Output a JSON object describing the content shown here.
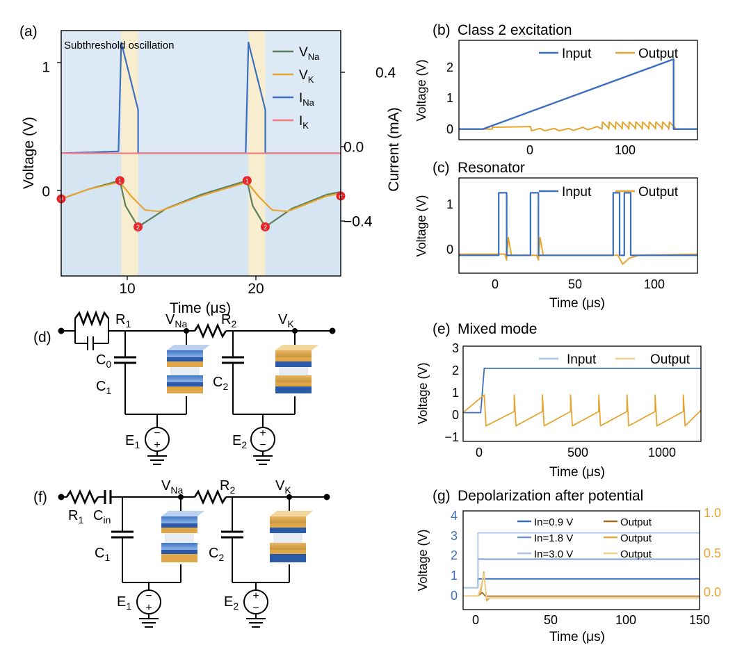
{
  "panels": {
    "a": {
      "label": "(a)",
      "annotation": "Subthreshold oscillation",
      "xlabel": "Time (μs)",
      "ylabel": "Voltage (V)",
      "y2label": "Current (mA)",
      "xticks": [
        "10",
        "20"
      ],
      "yticks": [
        "0",
        "1"
      ],
      "y2ticks": [
        "0.4",
        "0.0",
        "−0.4"
      ],
      "legend": [
        {
          "main": "V",
          "sub": "Na",
          "color": "#5b7f5c"
        },
        {
          "main": "V",
          "sub": "K",
          "color": "#e6a531"
        },
        {
          "main": "I",
          "sub": "Na",
          "color": "#3a6fbf"
        },
        {
          "main": "I",
          "sub": "K",
          "color": "#f08080"
        }
      ],
      "markers": [
        "#",
        "1",
        "2",
        "1",
        "2",
        "#"
      ]
    },
    "b": {
      "label": "(b)",
      "title": "Class 2 excitation",
      "ylabel": "Voltage (V)",
      "xticks": [
        "0",
        "100"
      ],
      "yticks": [
        "0",
        "1",
        "2"
      ],
      "legend": [
        "Input",
        "Output"
      ]
    },
    "c": {
      "label": "(c)",
      "title": "Resonator",
      "ylabel": "Voltage (V)",
      "xlabel": "Time (μs)",
      "xticks": [
        "0",
        "50",
        "100"
      ],
      "yticks": [
        "0",
        "1"
      ],
      "legend": [
        "Input",
        "Output"
      ]
    },
    "e": {
      "label": "(e)",
      "title": "Mixed mode",
      "ylabel": "Voltage (V)",
      "xlabel": "Time (μs)",
      "xticks": [
        "0",
        "500",
        "1000"
      ],
      "yticks": [
        "3",
        "2",
        "1",
        "0",
        "−1"
      ],
      "legend": [
        "Input",
        "Output"
      ]
    },
    "g": {
      "label": "(g)",
      "title": "Depolarization after potential",
      "ylabel": "Voltage (V)",
      "xlabel": "Time (μs)",
      "xticks": [
        "0",
        "50",
        "100",
        "150"
      ],
      "yticks": [
        "0",
        "1",
        "2",
        "3",
        "4"
      ],
      "y2ticks": [
        "0.0",
        "0.5",
        "1.0"
      ],
      "legend": [
        {
          "input": "In=0.9 V",
          "output": "Output"
        },
        {
          "input": "In=1.8 V",
          "output": "Output"
        },
        {
          "input": "In=3.0 V",
          "output": "Output"
        }
      ]
    },
    "d": {
      "label": "(d)",
      "components": {
        "R1": "R",
        "R1sub": "1",
        "R2": "R",
        "R2sub": "2",
        "C0": "C",
        "C0sub": "0",
        "C1": "C",
        "C1sub": "1",
        "C2": "C",
        "C2sub": "2",
        "VNa": "V",
        "VNasub": "Na",
        "VK": "V",
        "VKsub": "K",
        "E1": "E",
        "E1sub": "1",
        "E2": "E",
        "E2sub": "2"
      }
    },
    "f": {
      "label": "(f)",
      "components": {
        "R1": "R",
        "R1sub": "1",
        "Cin": "C",
        "Cinsub": "in",
        "R2": "R",
        "R2sub": "2",
        "C1": "C",
        "C1sub": "1",
        "C2": "C",
        "C2sub": "2",
        "VNa": "V",
        "VNasub": "Na",
        "VK": "V",
        "VKsub": "K",
        "E1": "E",
        "E1sub": "1",
        "E2": "E",
        "E2sub": "2"
      }
    }
  },
  "chart_data": [
    {
      "id": "a",
      "type": "line",
      "xlim": [
        5,
        25
      ],
      "ylim": [
        -0.55,
        1.2
      ],
      "y2lim": [
        -0.62,
        0.62
      ],
      "shaded_x": [
        [
          9.3,
          10.5
        ],
        [
          18.4,
          19.6
        ]
      ],
      "series": [
        {
          "name": "VNa",
          "axis": "left",
          "points": [
            [
              5,
              0
            ],
            [
              7,
              0.07
            ],
            [
              9.2,
              0.13
            ],
            [
              9.6,
              -0.05
            ],
            [
              10.5,
              -0.2
            ],
            [
              12.5,
              -0.07
            ],
            [
              15,
              0.03
            ],
            [
              18.3,
              0.13
            ],
            [
              18.7,
              -0.05
            ],
            [
              19.6,
              -0.2
            ],
            [
              21.5,
              -0.07
            ],
            [
              24,
              0.03
            ],
            [
              25,
              0.05
            ]
          ]
        },
        {
          "name": "VK",
          "axis": "left",
          "points": [
            [
              5,
              0
            ],
            [
              7,
              0.07
            ],
            [
              9.2,
              0.12
            ],
            [
              10,
              0.02
            ],
            [
              11,
              -0.08
            ],
            [
              12,
              -0.09
            ],
            [
              15,
              0.02
            ],
            [
              18.3,
              0.12
            ],
            [
              19.1,
              0.02
            ],
            [
              20.1,
              -0.08
            ],
            [
              21.2,
              -0.09
            ],
            [
              24,
              0.02
            ],
            [
              25,
              0.04
            ]
          ]
        },
        {
          "name": "INa",
          "axis": "right",
          "points": [
            [
              5,
              0
            ],
            [
              9.1,
              0.01
            ],
            [
              9.3,
              0.56
            ],
            [
              10.5,
              0.22
            ],
            [
              10.5,
              0
            ],
            [
              18.2,
              0
            ],
            [
              18.4,
              0.56
            ],
            [
              19.6,
              0.22
            ],
            [
              19.6,
              0
            ],
            [
              25,
              0
            ]
          ]
        },
        {
          "name": "IK",
          "axis": "right",
          "points": [
            [
              5,
              0
            ],
            [
              25,
              0
            ]
          ]
        }
      ]
    },
    {
      "id": "b",
      "type": "line",
      "xlim": [
        -75,
        175
      ],
      "ylim": [
        -0.3,
        2.5
      ],
      "series": [
        {
          "name": "Input",
          "points": [
            [
              -75,
              0
            ],
            [
              -50,
              0
            ],
            [
              150,
              1.97
            ],
            [
              150,
              0
            ],
            [
              175,
              0
            ]
          ]
        },
        {
          "name": "Output",
          "points": [
            [
              -75,
              0
            ],
            [
              -40,
              0
            ],
            [
              -40,
              0.05
            ],
            [
              0,
              0.07
            ],
            [
              1,
              -0.05
            ],
            [
              10,
              0.02
            ],
            [
              15,
              -0.05
            ],
            [
              25,
              0.02
            ],
            [
              30,
              -0.05
            ],
            [
              40,
              0.02
            ],
            [
              45,
              -0.04
            ],
            [
              55,
              0.05
            ],
            [
              60,
              -0.02
            ],
            [
              70,
              0.07
            ],
            [
              75,
              0
            ],
            [
              150,
              0
            ],
            [
              175,
              0
            ]
          ],
          "spikes": {
            "from": 75,
            "to": 150,
            "period": 7,
            "height": 0.2
          }
        }
      ]
    },
    {
      "id": "c",
      "type": "line",
      "xlim": [
        -25,
        125
      ],
      "ylim": [
        -0.3,
        1.3
      ],
      "series": [
        {
          "name": "Input",
          "points": [
            [
              -25,
              0
            ],
            [
              0,
              0
            ],
            [
              0,
              1.05
            ],
            [
              5,
              1.05
            ],
            [
              5,
              0
            ],
            [
              20,
              0
            ],
            [
              20,
              1.05
            ],
            [
              25,
              1.05
            ],
            [
              25,
              0
            ],
            [
              72,
              0
            ],
            [
              72,
              1.05
            ],
            [
              76,
              1.05
            ],
            [
              76,
              0
            ],
            [
              79,
              0
            ],
            [
              79,
              1.05
            ],
            [
              83,
              1.05
            ],
            [
              83,
              0
            ],
            [
              125,
              0
            ]
          ]
        },
        {
          "name": "Output",
          "points": [
            [
              -25,
              0.02
            ],
            [
              4,
              0.02
            ],
            [
              5,
              -0.08
            ],
            [
              6,
              0.3
            ],
            [
              8,
              0
            ],
            [
              24,
              0
            ],
            [
              25,
              -0.08
            ],
            [
              26,
              0.3
            ],
            [
              28,
              0
            ],
            [
              75,
              0
            ],
            [
              78,
              -0.15
            ],
            [
              82,
              -0.05
            ],
            [
              88,
              0
            ],
            [
              125,
              0.02
            ]
          ]
        }
      ]
    },
    {
      "id": "e",
      "type": "line",
      "xlim": [
        -100,
        1250
      ],
      "ylim": [
        -1.3,
        3.0
      ],
      "series": [
        {
          "name": "Input",
          "points": [
            [
              -100,
              0
            ],
            [
              0,
              0
            ],
            [
              20,
              2
            ],
            [
              1250,
              2
            ]
          ]
        },
        {
          "name": "Output",
          "points": [
            [
              -100,
              0
            ],
            [
              20,
              0.8
            ],
            [
              30,
              -0.6
            ],
            [
              190,
              0.05
            ],
            [
              190,
              0.8
            ],
            [
              200,
              -0.6
            ],
            [
              350,
              0.05
            ],
            [
              350,
              0.8
            ],
            [
              360,
              -0.6
            ],
            [
              510,
              0.05
            ],
            [
              510,
              0.8
            ],
            [
              520,
              -0.6
            ],
            [
              670,
              0.05
            ],
            [
              670,
              0.8
            ],
            [
              680,
              -0.6
            ],
            [
              830,
              0.05
            ],
            [
              830,
              0.8
            ],
            [
              840,
              -0.6
            ],
            [
              990,
              0.05
            ],
            [
              990,
              0.8
            ],
            [
              1000,
              -0.6
            ],
            [
              1150,
              0.05
            ],
            [
              1150,
              0.8
            ],
            [
              1160,
              -0.6
            ],
            [
              1250,
              0.1
            ]
          ]
        }
      ]
    },
    {
      "id": "g",
      "type": "line",
      "xlim": [
        -10,
        150
      ],
      "ylim": [
        -0.5,
        4
      ],
      "y2lim": [
        -0.1,
        1.0
      ],
      "series": [
        {
          "name": "In=0.9 V",
          "axis": "left",
          "points": [
            [
              -10,
              0.5
            ],
            [
              0,
              0.5
            ],
            [
              0,
              0.9
            ],
            [
              150,
              0.9
            ]
          ]
        },
        {
          "name": "In=1.8 V",
          "axis": "left",
          "points": [
            [
              -10,
              0.5
            ],
            [
              0,
              0.5
            ],
            [
              0,
              1.8
            ],
            [
              150,
              1.8
            ]
          ]
        },
        {
          "name": "In=3.0 V",
          "axis": "left",
          "points": [
            [
              -10,
              0.5
            ],
            [
              0,
              0.5
            ],
            [
              0,
              3.0
            ],
            [
              150,
              3.0
            ]
          ]
        },
        {
          "name": "Output 0.9",
          "axis": "right",
          "points": [
            [
              -10,
              0.05
            ],
            [
              0,
              0.05
            ],
            [
              3,
              0.09
            ],
            [
              5,
              0.05
            ],
            [
              150,
              0.05
            ]
          ]
        },
        {
          "name": "Output 1.8",
          "axis": "right",
          "points": [
            [
              -10,
              0.05
            ],
            [
              0,
              0.05
            ],
            [
              2,
              0.1
            ],
            [
              4,
              0.32
            ],
            [
              6,
              0.0
            ],
            [
              8,
              0.03
            ],
            [
              150,
              0.03
            ]
          ]
        },
        {
          "name": "Output 3.0",
          "axis": "right",
          "points": [
            [
              -10,
              0.05
            ],
            [
              0,
              0.05
            ],
            [
              2,
              0.15
            ],
            [
              4,
              0.3
            ],
            [
              6,
              0.03
            ],
            [
              150,
              0.03
            ]
          ]
        }
      ]
    }
  ]
}
